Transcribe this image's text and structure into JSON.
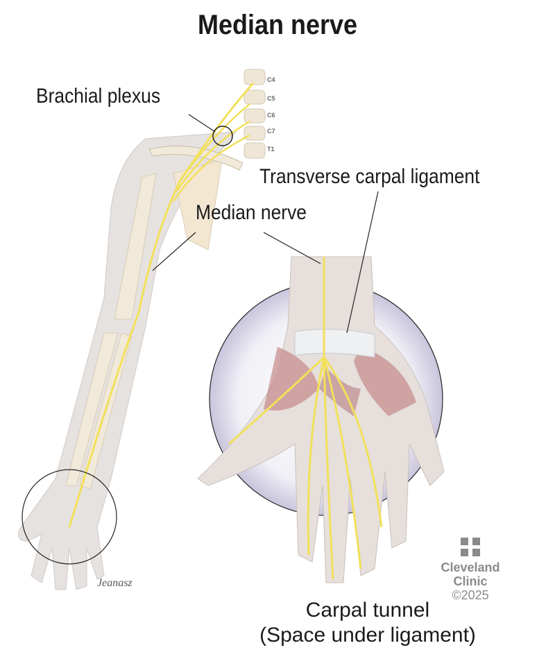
{
  "title": "Median nerve",
  "labels": {
    "brachial_plexus": "Brachial plexus",
    "transverse_carpal_ligament": "Transverse carpal ligament",
    "median_nerve": "Median nerve",
    "carpal_tunnel_line1": "Carpal tunnel",
    "carpal_tunnel_line2": "(Space under ligament)"
  },
  "vertebrae": [
    "C4",
    "C5",
    "C6",
    "C7",
    "T1"
  ],
  "logo": {
    "line1": "Cleveland",
    "line2": "Clinic",
    "copyright": "©2025"
  },
  "signature": "Jeanasz",
  "colors": {
    "nerve": "#f2e05a",
    "skin": "#e6e0dc",
    "bone": "#efe6d6",
    "muscle": "#c78f8f",
    "ligament": "#eef0f2",
    "text": "#1a1a1a"
  }
}
